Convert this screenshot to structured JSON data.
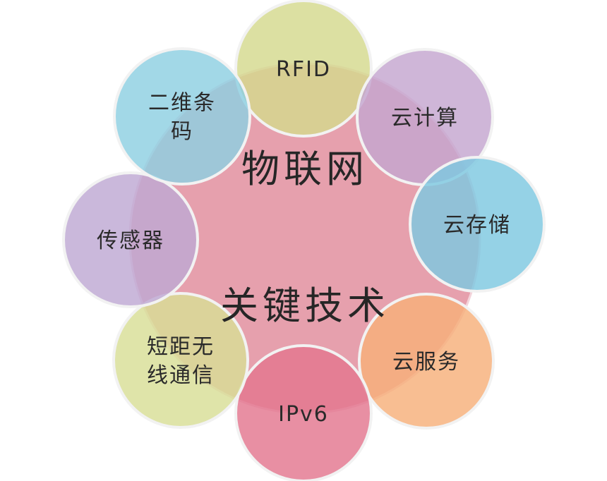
{
  "center": {
    "title_line1": "物联网",
    "title_line2": "关键技术",
    "color": "#e6a0ad"
  },
  "nodes": [
    {
      "id": "rfid",
      "lines": [
        "RFID"
      ],
      "color": "#d4d98e"
    },
    {
      "id": "cloud-computing",
      "lines": [
        "云计算"
      ],
      "color": "#c5a6d0"
    },
    {
      "id": "cloud-storage",
      "lines": [
        "云存储"
      ],
      "color": "#7ec8e0"
    },
    {
      "id": "cloud-service",
      "lines": [
        "云服务"
      ],
      "color": "#f7b07a"
    },
    {
      "id": "ipv6",
      "lines": [
        "IPv6"
      ],
      "color": "#e3768f"
    },
    {
      "id": "short-range-wireless",
      "lines": [
        "短距无",
        "线通信"
      ],
      "color": "#d8de96"
    },
    {
      "id": "sensor",
      "lines": [
        "传感器"
      ],
      "color": "#bea8d3"
    },
    {
      "id": "barcode",
      "lines": [
        "二维条",
        "码"
      ],
      "color": "#8ecfe2"
    }
  ]
}
